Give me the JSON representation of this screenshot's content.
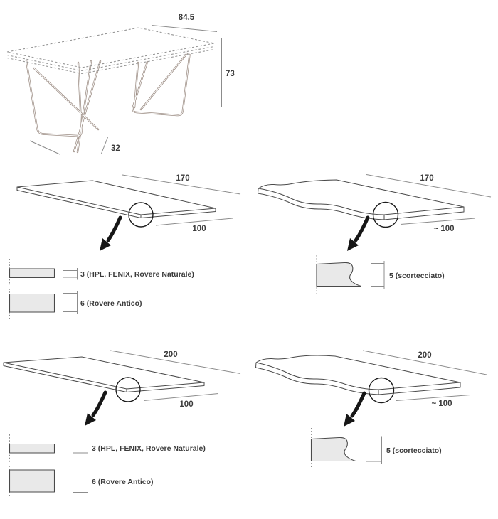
{
  "assembled_table": {
    "top_width": "84.5",
    "height": "73",
    "base_depth": "32"
  },
  "panels": [
    {
      "id": "top-170-straight-edge",
      "edge": "straight",
      "length": "170",
      "width": "100",
      "options": [
        "3 (HPL, FENIX, Rovere Naturale)",
        "6 (Rovere Antico)"
      ]
    },
    {
      "id": "top-170-bark-edge",
      "edge": "bark",
      "length": "170",
      "width": "~ 100",
      "options": [
        "5 (scortecciato)"
      ]
    },
    {
      "id": "bottom-200-straight-edge",
      "edge": "straight",
      "length": "200",
      "width": "100",
      "options": [
        "3 (HPL, FENIX, Rovere Naturale)",
        "6 (Rovere Antico)"
      ]
    },
    {
      "id": "bottom-200-bark-edge",
      "edge": "bark",
      "length": "200",
      "width": "~ 100",
      "options": [
        "5 (scortecciato)"
      ]
    }
  ],
  "colors": {
    "outline": "#4a4a4a",
    "dimension_line": "#8c8c8c",
    "text": "#3b3b3b",
    "leg_metal": "#9b8c83",
    "section_fill": "#e9e9e9",
    "arrow": "#161616"
  }
}
